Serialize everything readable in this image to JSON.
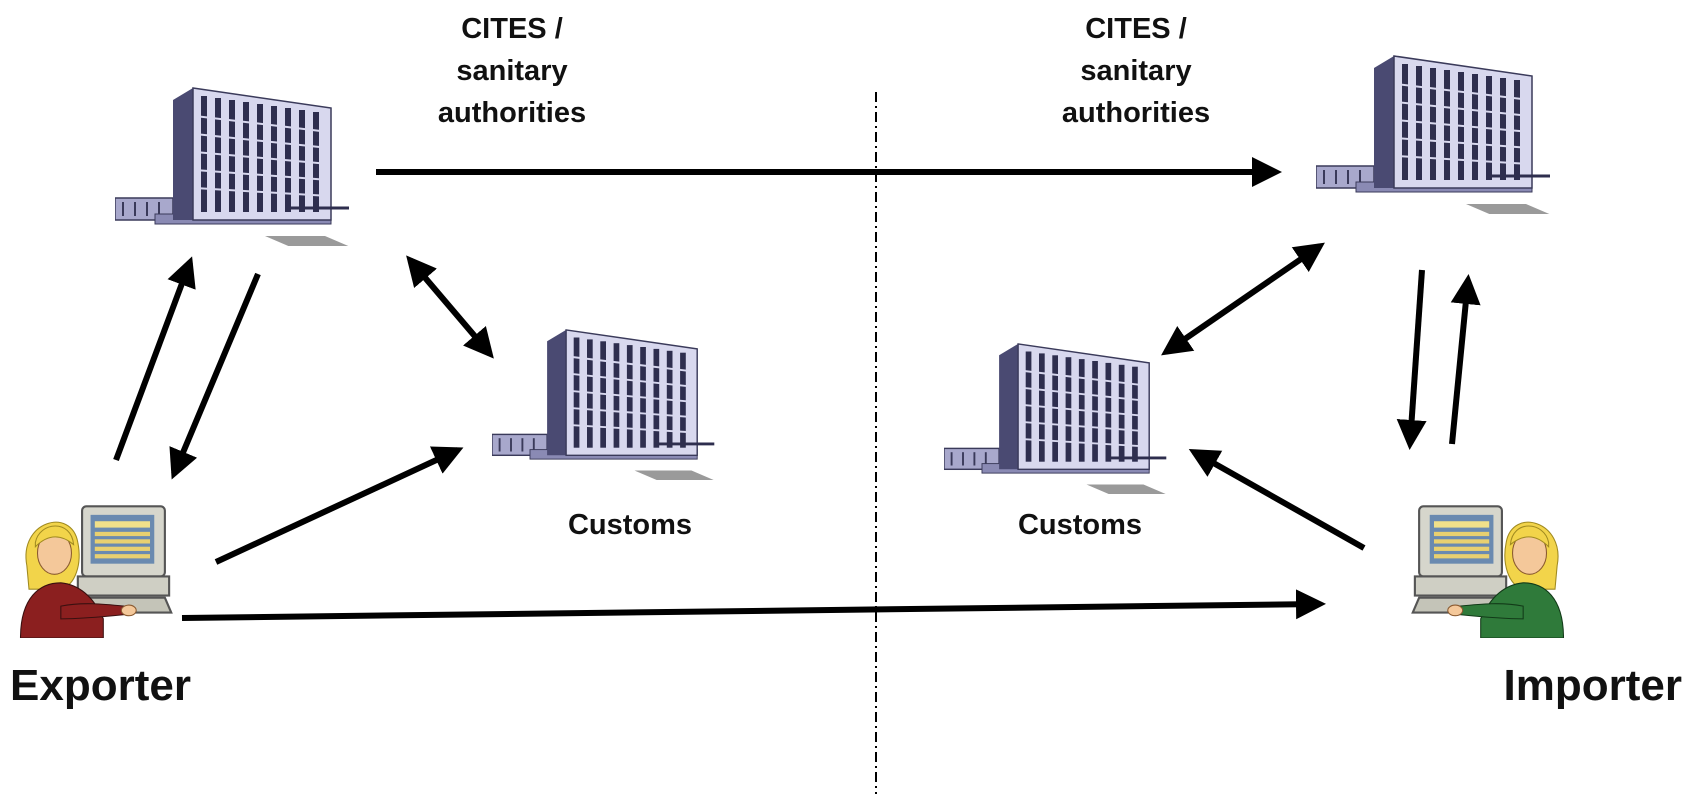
{
  "labels": {
    "authority_left_line1": "CITES /",
    "authority_left_line2": "sanitary",
    "authority_left_line3": "authorities",
    "authority_right_line1": "CITES /",
    "authority_right_line2": "sanitary",
    "authority_right_line3": "authorities",
    "customs_left": "Customs",
    "customs_right": "Customs",
    "exporter": "Exporter",
    "importer": "Importer"
  },
  "colors": {
    "arrow": "#000000",
    "building_light": "#c9c9e6",
    "building_mid": "#8a8ab4",
    "building_dark": "#3a3a5a",
    "exporter_shirt": "#8b1f1f",
    "importer_shirt": "#2f7a3a",
    "hair": "#f2d44a"
  },
  "icons": {
    "authority_left": "office-building-icon",
    "authority_right": "office-building-icon",
    "customs_left": "office-building-icon",
    "customs_right": "office-building-icon",
    "exporter": "person-at-computer-icon",
    "importer": "person-at-computer-icon"
  }
}
